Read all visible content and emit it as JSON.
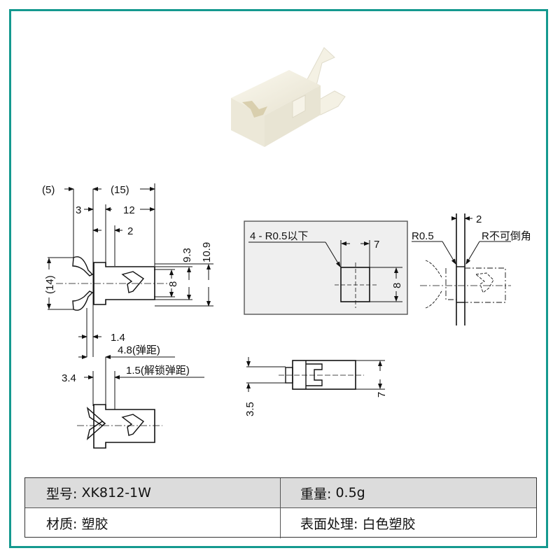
{
  "product": {
    "photo_alt": "white plastic push latch XK812-1W",
    "color": "#f3f0e4"
  },
  "colors": {
    "frame": "#14998f",
    "line": "#111111",
    "panel_fill": "#efefef",
    "table_header": "#dcdcdc"
  },
  "top_view": {
    "dim_5": "(5)",
    "dim_15": "(15)",
    "dim_3": "3",
    "dim_12": "12",
    "dim_2": "2",
    "dim_14": "(14)",
    "dim_8": "8",
    "dim_9_3": "9.3",
    "dim_10_9": "10.9",
    "dim_1_4": "1.4"
  },
  "released_view": {
    "dim_4_8": "4.8(弹距)",
    "dim_3_4": "3.4",
    "dim_1_5": "1.5(解锁弹距)"
  },
  "cutout_panel": {
    "corner_note": "4 - R0.5以下",
    "dim_7": "7",
    "dim_8": "8"
  },
  "mount_view": {
    "dim_2": "2",
    "r_note_left": "R0.5",
    "r_note_right": "R不可倒角"
  },
  "side_view": {
    "dim_3_5": "3.5",
    "dim_7": "7"
  },
  "specs": {
    "model_label": "型号:",
    "model_value": "XK812-1W",
    "weight_label": "重量:",
    "weight_value": "0.5g",
    "material_label": "材质:",
    "material_value": "塑胶",
    "finish_label": "表面处理:",
    "finish_value": "白色塑胶"
  }
}
